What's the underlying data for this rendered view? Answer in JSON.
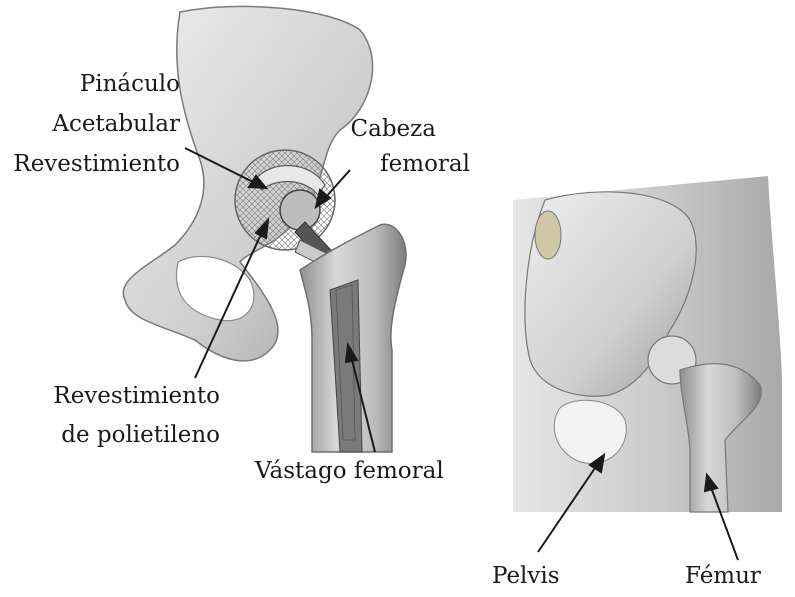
{
  "left_figure": {
    "labels": {
      "pinaculo": "Pináculo",
      "acetabular": "Acetabular",
      "revestimiento": "Revestimiento",
      "cabeza": "Cabeza",
      "femoral": "femoral",
      "revestimiento2": "Revestimiento",
      "polietileno": "de polietileno",
      "vastago": "Vástago femoral"
    }
  },
  "right_figure": {
    "labels": {
      "pelvis": "Pelvis",
      "femur": "Fémur"
    }
  },
  "colors": {
    "bone": "#d9d9d9",
    "bone_shadow": "#9a9a9a",
    "metal": "#bfbfbf",
    "dark_metal": "#4a4a4a",
    "text": "#1a1a1a"
  }
}
